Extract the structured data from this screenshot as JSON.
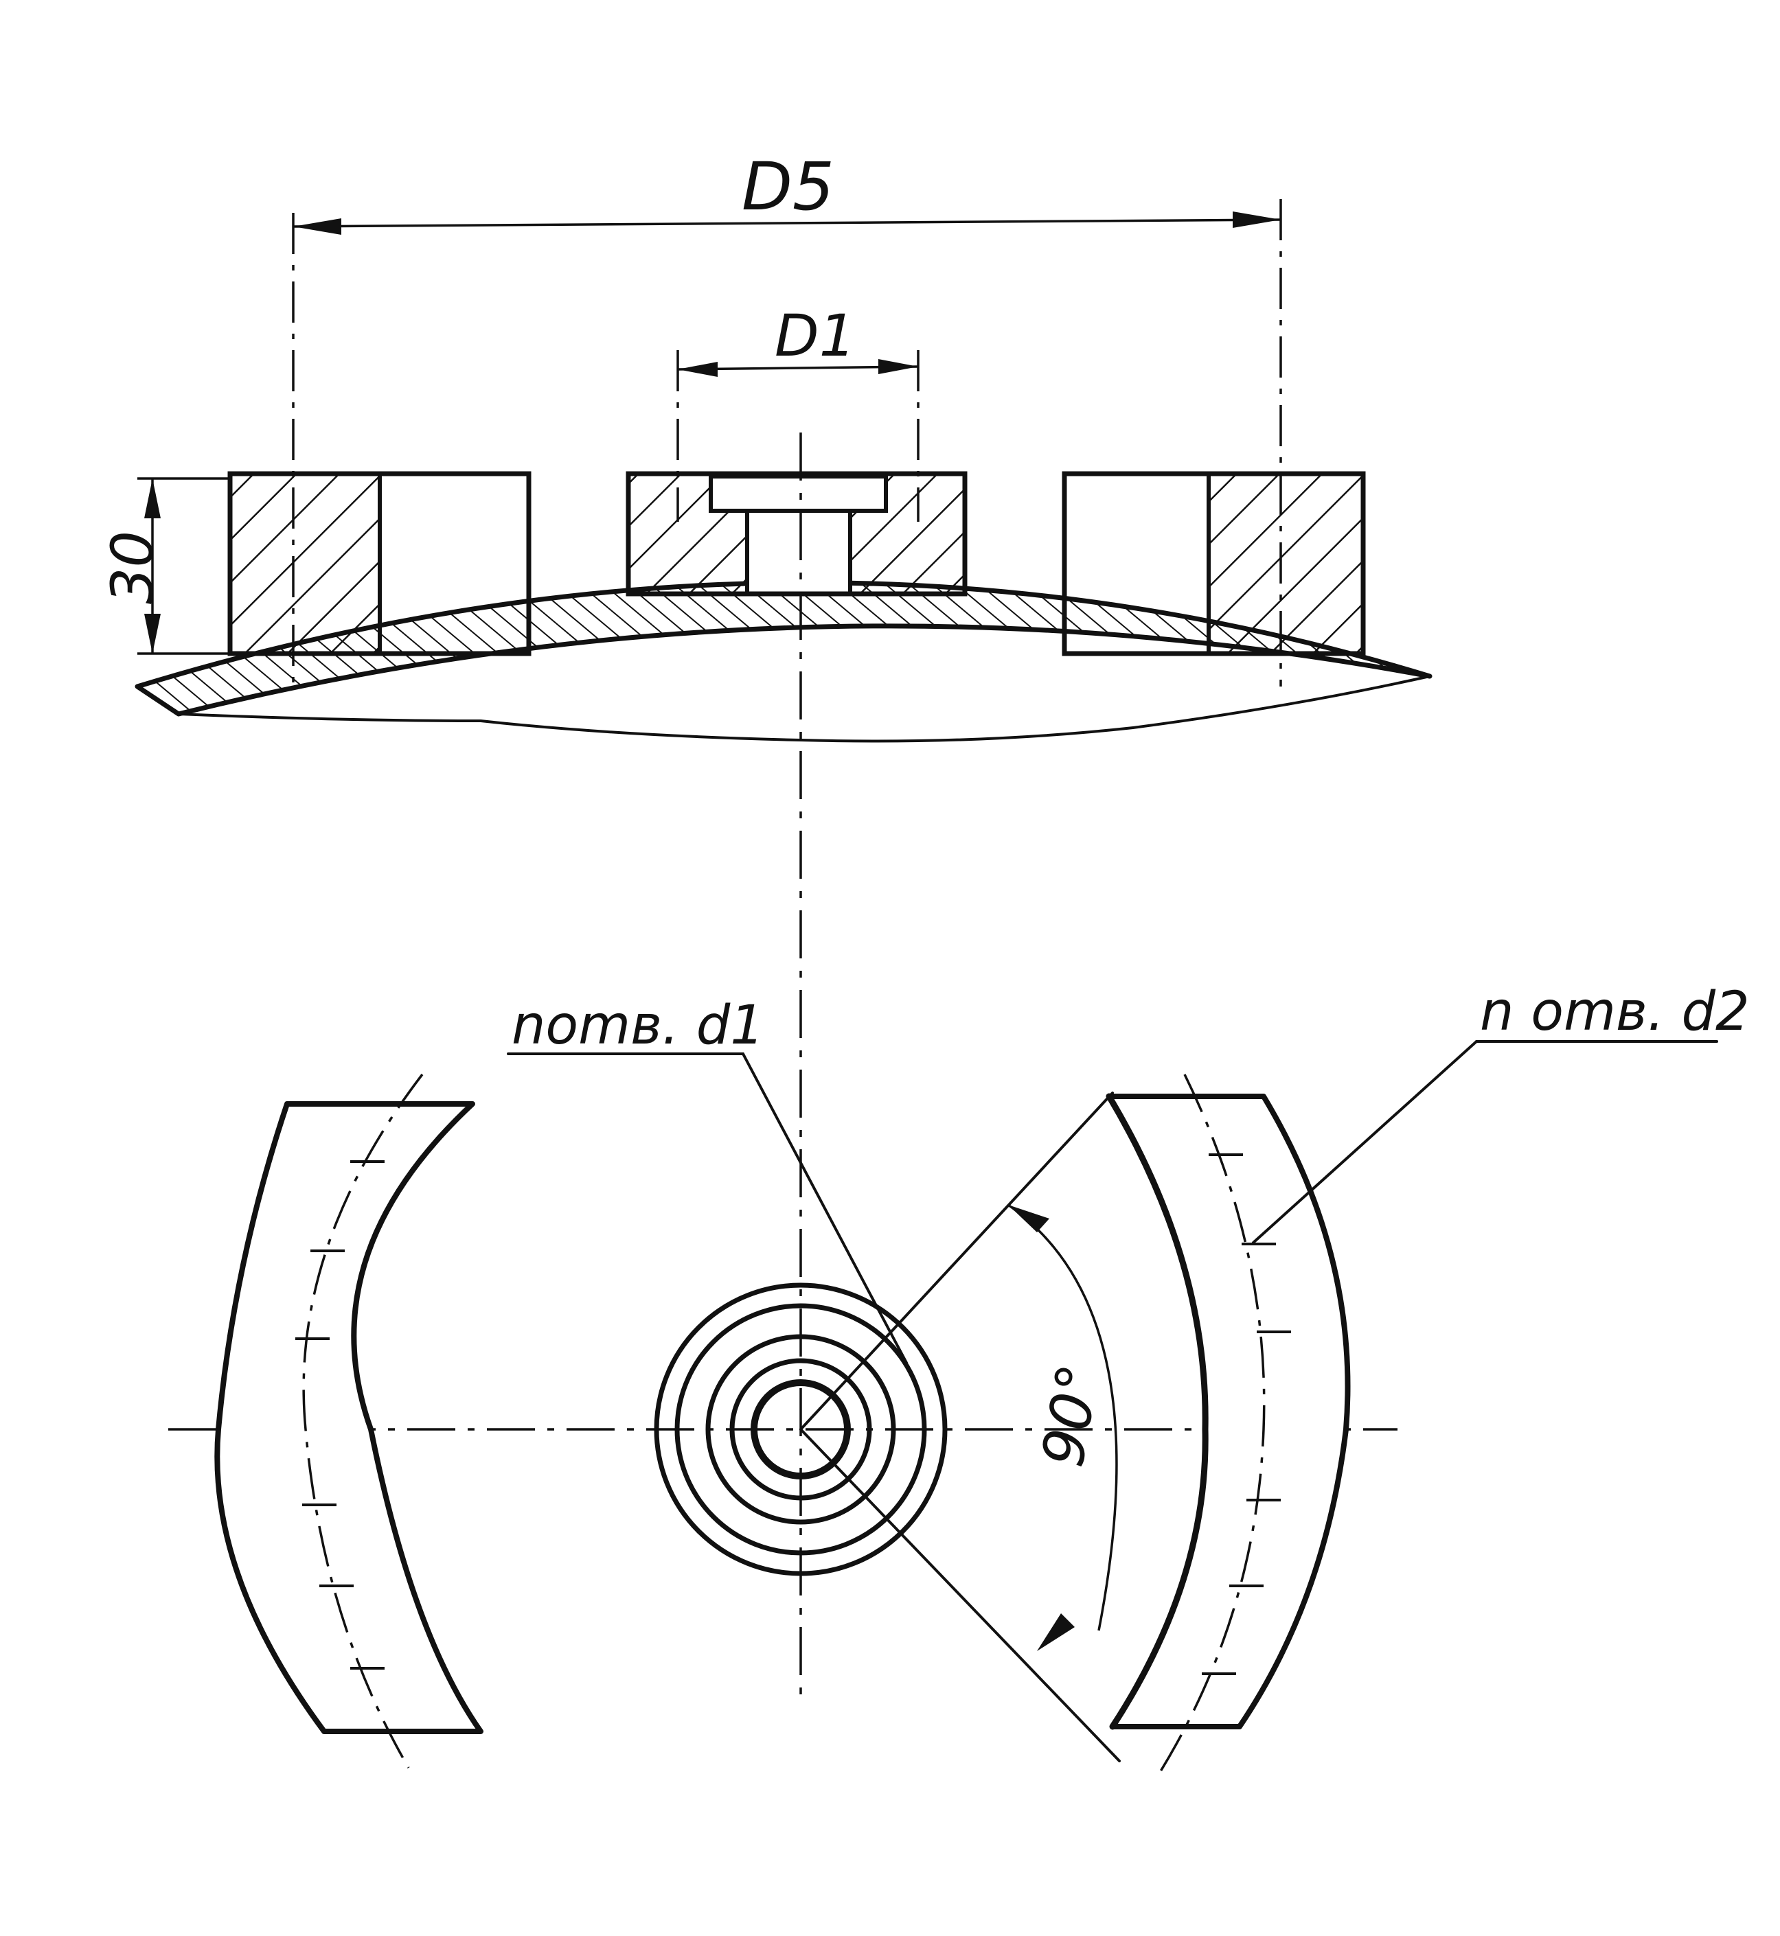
{
  "labels": {
    "dim_d5": "D5",
    "dim_d1": "D1",
    "dim_height": "30",
    "hole_callout_1": "nomв. d1",
    "hole_callout_2": "n omв. d2",
    "angle": "90°"
  }
}
